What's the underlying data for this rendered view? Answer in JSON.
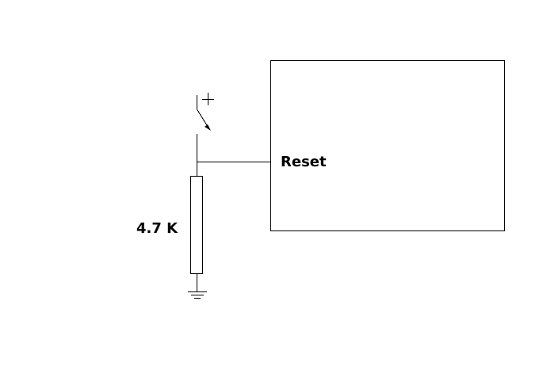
{
  "diagram": {
    "chip_pin_label": "Reset",
    "resistor_label": "4.7 K",
    "supply_symbol": "+",
    "components": {
      "switch": "push-button-switch",
      "resistor": "resistor",
      "ground": "ground-symbol",
      "chip": "ic-block"
    }
  }
}
